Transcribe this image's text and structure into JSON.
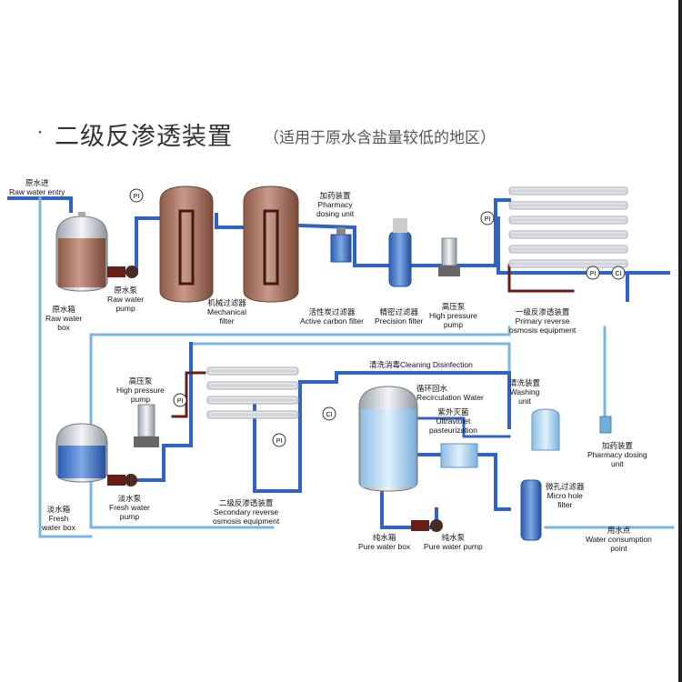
{
  "title": "二级反渗透装置",
  "subtitle": "（适用于原水含盐量较低的地区）",
  "gauges": {
    "pi": "PI",
    "ci": "CI"
  },
  "labels": {
    "raw_water_entry": [
      "原水进",
      "Raw water entry"
    ],
    "raw_water_box": [
      "原水箱",
      "Raw water",
      "box"
    ],
    "raw_water_pump": [
      "原水泵",
      "Raw water",
      "pump"
    ],
    "mechanical_filter": [
      "机械过滤器",
      "Mechanical",
      "filter"
    ],
    "pharmacy_dosing_unit_top": [
      "加药装置",
      "Pharmacy",
      "dosing unit"
    ],
    "active_carbon_filter": [
      "活性炭过滤器",
      "Active carbon filter"
    ],
    "precision_filter": [
      "精密过滤器",
      "Precision filter"
    ],
    "high_pressure_pump_top": [
      "高压泵",
      "High pressure",
      "pump"
    ],
    "primary_ro": [
      "一级反渗透装置",
      "Primary reverse",
      "osmosis equipment"
    ],
    "cleaning_disinfection": "清洗消毒Cleaning Disinfection",
    "recirculation_water": [
      "循环回水",
      "Recirculation Water"
    ],
    "washing_unit": [
      "清洗装置",
      "Washing",
      "unit"
    ],
    "high_pressure_pump_mid": [
      "高压泵",
      "High pressure",
      "pump"
    ],
    "uv_pasteurization": [
      "紫外灭菌",
      "Ultraviolet",
      "pasteurization"
    ],
    "pharmacy_dosing_unit_right": [
      "加药装置",
      "Pharmacy dosing",
      "unit"
    ],
    "micro_hole_filter": [
      "微孔过滤器",
      "Micro hole",
      "filter"
    ],
    "fresh_water_box": [
      "淡水箱",
      "Fresh",
      "water box"
    ],
    "fresh_water_pump": [
      "淡水泵",
      "Fresh water",
      "pump"
    ],
    "secondary_ro": [
      "二级反渗透装置",
      "Secondary reverse",
      "osmosis equipment"
    ],
    "pure_water_box": [
      "纯水箱",
      "Pure water box"
    ],
    "pure_water_pump": [
      "纯水泵",
      "Pure water pump"
    ],
    "water_consumption_point": [
      "用水点",
      "Water consumption",
      "point"
    ]
  },
  "colors": {
    "pipe_blue": "#2f63c6",
    "pipe_light": "#79b6e0",
    "pipe_drain": "#6a1d14",
    "tank_brown": "#a0705a",
    "tank_blue": "#3d72c4",
    "tank_light": "#a9cdea"
  }
}
